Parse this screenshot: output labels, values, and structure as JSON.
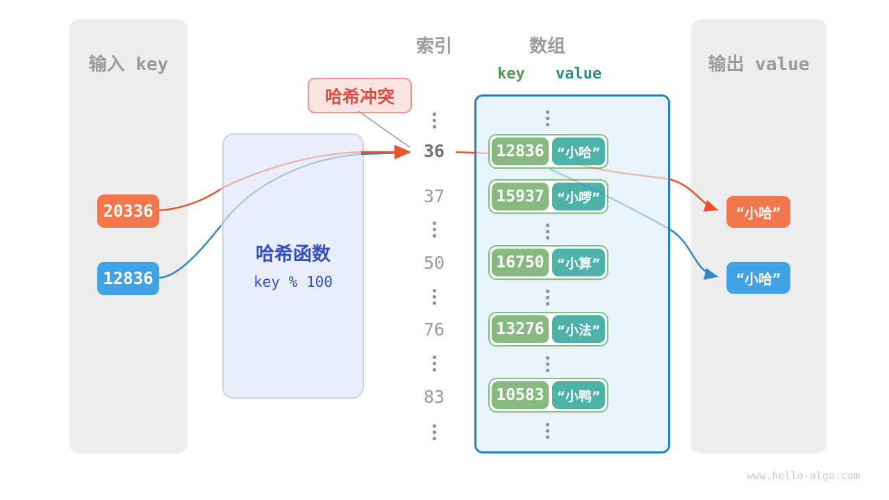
{
  "input_panel": {
    "title": "输入 key",
    "keys": [
      "20336",
      "12836"
    ]
  },
  "output_panel": {
    "title": "输出 value",
    "values": [
      "“小哈”",
      "“小哈”"
    ]
  },
  "hash_function": {
    "name": "哈希函数",
    "formula": "key % 100"
  },
  "collision_badge": "哈希冲突",
  "index_column": {
    "title": "索引",
    "values": [
      "36",
      "37",
      "50",
      "76",
      "83"
    ],
    "highlighted_value": "36"
  },
  "array": {
    "title": "数组",
    "key_header": "key",
    "value_header": "value",
    "pairs": [
      {
        "key": "12836",
        "value": "“小哈”"
      },
      {
        "key": "15937",
        "value": "“小啰”"
      },
      {
        "key": "16750",
        "value": "“小算”"
      },
      {
        "key": "13276",
        "value": "“小法”"
      },
      {
        "key": "10583",
        "value": "“小鸭”"
      }
    ]
  },
  "watermark": "www.hello-algo.com",
  "colors": {
    "key_chip_orange": "#f3774d",
    "key_chip_blue": "#41a3e5",
    "arrow_orange": "#e8532e",
    "arrow_blue": "#2f87c6",
    "pair_key_green": "#87ba80",
    "pair_value_teal": "#4db3a9",
    "pair_border_green": "#7cc47c",
    "array_border_blue": "#2b7fc2",
    "array_fill": "#e8f3fb",
    "hash_box_fill": "#e9ecfa",
    "hash_text_blue": "#3450c0",
    "badge_fill": "#fce4e2",
    "badge_border": "#f2928c",
    "badge_text_red": "#e04b41",
    "panel_gray": "#ededed",
    "label_gray": "#9b9b9b"
  }
}
